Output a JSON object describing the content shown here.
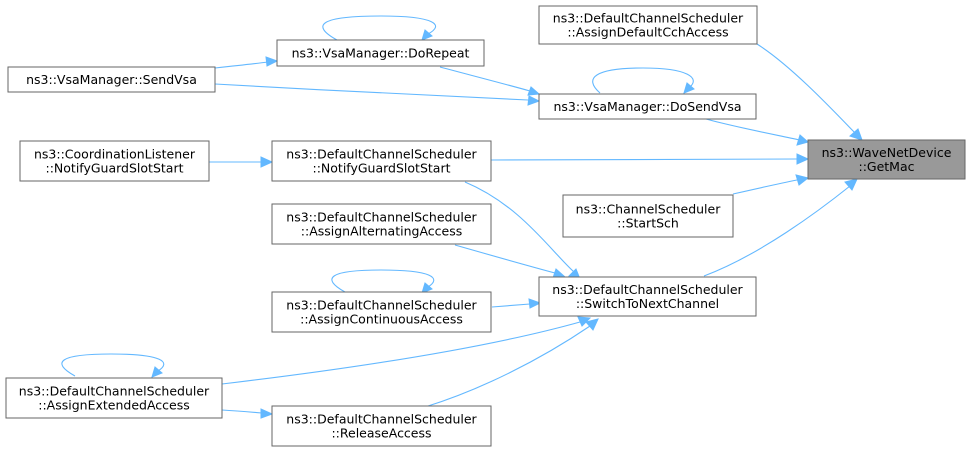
{
  "graph": {
    "nodes": [
      {
        "id": "root",
        "lines": [
          "ns3::WaveNetDevice",
          "::GetMac"
        ],
        "root": true
      },
      {
        "id": "assignDefaultCch",
        "lines": [
          "ns3::DefaultChannelScheduler",
          "::AssignDefaultCchAccess"
        ]
      },
      {
        "id": "doSendVsa",
        "lines": [
          "ns3::VsaManager::DoSendVsa"
        ]
      },
      {
        "id": "doRepeat",
        "lines": [
          "ns3::VsaManager::DoRepeat"
        ]
      },
      {
        "id": "sendVsa",
        "lines": [
          "ns3::VsaManager::SendVsa"
        ]
      },
      {
        "id": "notifyGuardDCS",
        "lines": [
          "ns3::DefaultChannelScheduler",
          "::NotifyGuardSlotStart"
        ]
      },
      {
        "id": "notifyGuardCL",
        "lines": [
          "ns3::CoordinationListener",
          "::NotifyGuardSlotStart"
        ]
      },
      {
        "id": "startSch",
        "lines": [
          "ns3::ChannelScheduler",
          "::StartSch"
        ]
      },
      {
        "id": "switchToNext",
        "lines": [
          "ns3::DefaultChannelScheduler",
          "::SwitchToNextChannel"
        ]
      },
      {
        "id": "assignAlternating",
        "lines": [
          "ns3::DefaultChannelScheduler",
          "::AssignAlternatingAccess"
        ]
      },
      {
        "id": "assignContinuous",
        "lines": [
          "ns3::DefaultChannelScheduler",
          "::AssignContinuousAccess"
        ]
      },
      {
        "id": "assignExtended",
        "lines": [
          "ns3::DefaultChannelScheduler",
          "::AssignExtendedAccess"
        ]
      },
      {
        "id": "releaseAccess",
        "lines": [
          "ns3::DefaultChannelScheduler",
          "::ReleaseAccess"
        ]
      }
    ]
  }
}
